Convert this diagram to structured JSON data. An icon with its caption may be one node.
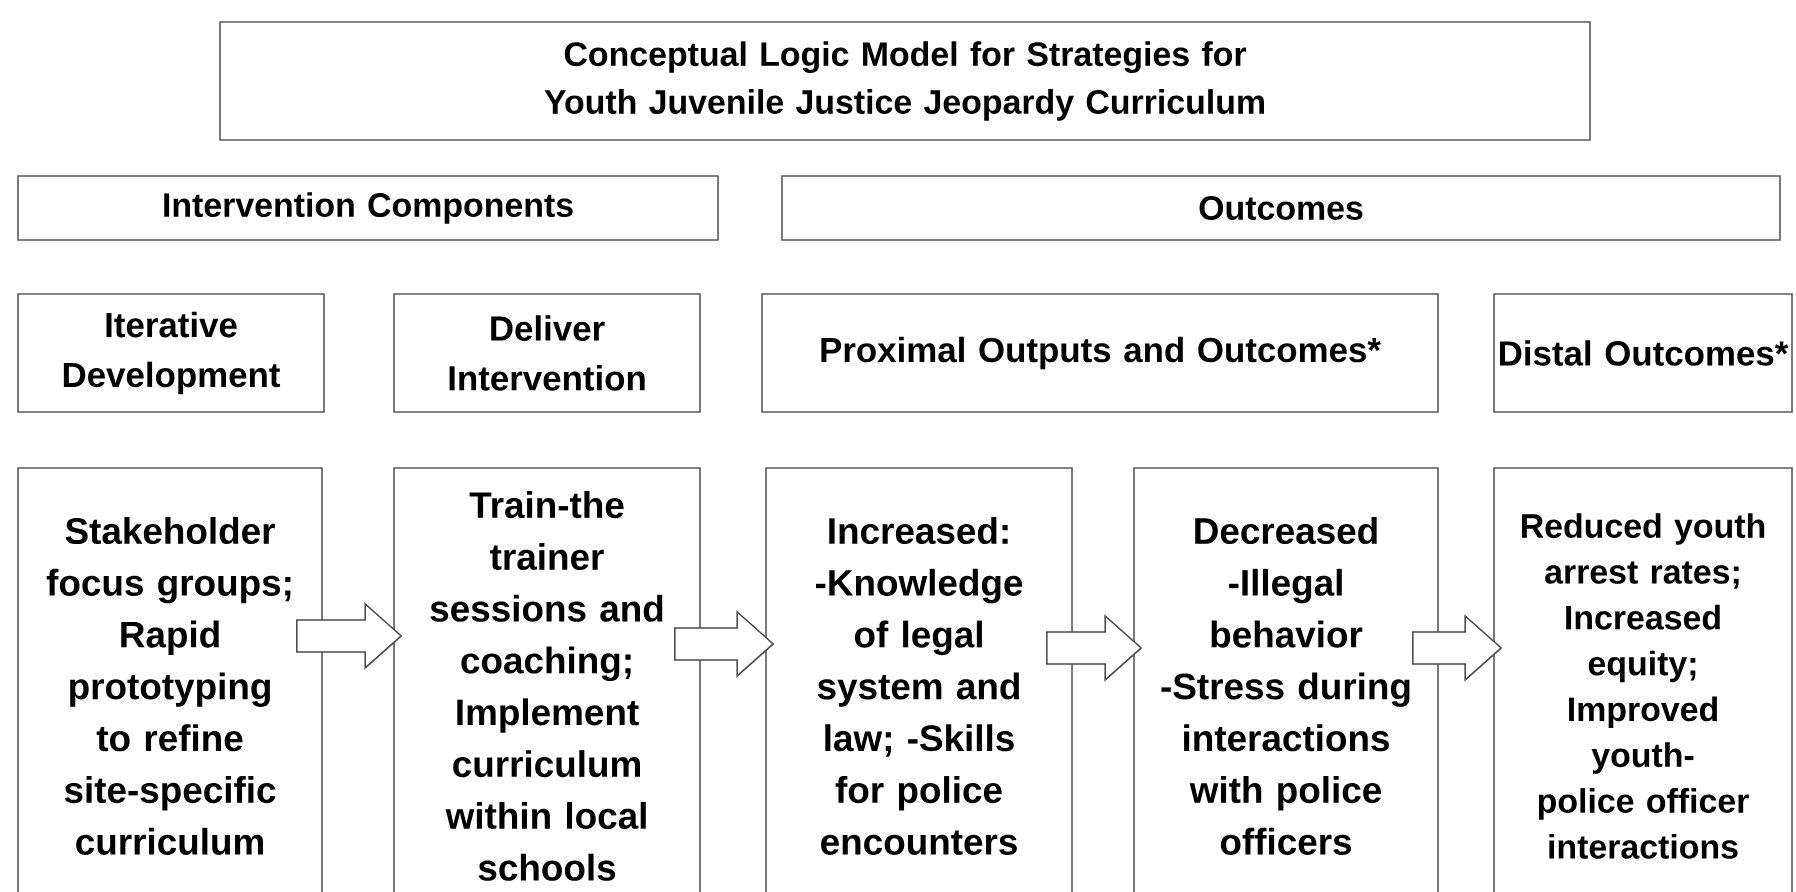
{
  "diagram": {
    "nodes": [
      {
        "text": [
          "Conceptual Logic Model for Strategies for Youth Juvenile Justice Jeopardy Curriculum"
        ]
      },
      {
        "text": [
          "Intervention Components"
        ]
      },
      {
        "text": [
          "Outcomes"
        ]
      },
      {
        "text": [
          "Iterative Development"
        ]
      },
      {
        "text": [
          "Deliver Intervention"
        ]
      },
      {
        "text": [
          "Proximal Outputs and Outcomes*"
        ]
      },
      {
        "text": [
          "Distal Outcomes*"
        ]
      },
      {
        "text": [
          "Stakeholder focus groups; Rapid prototyping to refine site-specific curriculum"
        ]
      },
      {
        "text": [
          "Train-the trainer sessions and coaching; Implement curriculum within local schools"
        ]
      },
      {
        "text": [
          "Increased: -Knowledge of legal system and law; -Skills for police encounters"
        ]
      },
      {
        "text": [
          "Decreased -Illegal behavior -Stress during interactions with police officers"
        ]
      },
      {
        "text": [
          "Reduced youth arrest rates; Increased equity; Improved youth-police officer interactions"
        ]
      }
    ],
    "edges": [
      {
        "from": 7,
        "to": 8,
        "arrow": "to"
      },
      {
        "from": 8,
        "to": 9,
        "arrow": "to"
      },
      {
        "from": 9,
        "to": 10,
        "arrow": "to"
      },
      {
        "from": 10,
        "to": 11,
        "arrow": "to"
      }
    ]
  }
}
